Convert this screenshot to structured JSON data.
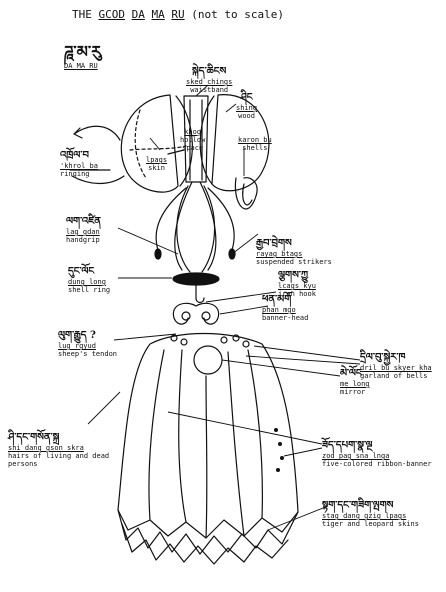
{
  "title": {
    "prefix": "THE",
    "gcod": "GCOD",
    "da": "DA",
    "ma": "MA",
    "ru": "RU",
    "note": "(not to scale)"
  },
  "heading": {
    "tibetan": "ཌཱ་མ་རུ",
    "wylie": "DA MA RU"
  },
  "labels": {
    "waistband": {
      "tibetan": "སྐེད་ཆིངས",
      "wylie": "sked chings",
      "english": "waistband"
    },
    "shing": {
      "tibetan": "ཤིང",
      "wylie": "shing",
      "english": "wood"
    },
    "khog": {
      "wylie": "khog",
      "english1": "hollow",
      "english2": "space"
    },
    "lpags": {
      "wylie": "lpags",
      "english": "skin"
    },
    "karon": {
      "wylie": "karon bu",
      "english": "shells"
    },
    "khrol": {
      "tibetan": "འཁྲོལ་བ",
      "wylie": "'khrol ba",
      "english": "ringing"
    },
    "handgrip": {
      "tibetan": "ལག་འཛིན",
      "wylie": "lag gdan",
      "english": "handgrip"
    },
    "strikers": {
      "tibetan": "རྒྱབ་བྲེགས",
      "wylie": "rayag btags",
      "english": "suspended strikers"
    },
    "dunglong": {
      "tibetan": "དུང་ལོང",
      "wylie": "dung long",
      "english": "shell ring"
    },
    "ironhook": {
      "tibetan": "ལྕགས་ཀྱུ",
      "wylie": "lcags kyu",
      "english": "iron hook"
    },
    "bannerhead": {
      "tibetan": "ཕན་མགོ",
      "wylie": "phan mgo",
      "english": "banner-head"
    },
    "tendon": {
      "tibetan": "ལུག་རྒྱུད",
      "mark": "?",
      "wylie": "lug rgyud",
      "english": "sheep's tendon"
    },
    "bells": {
      "tibetan": "དྲིལ་བུ་སྐྱེར་ཁ",
      "wylie": "dril bu skyer kha",
      "english": "garland of bells"
    },
    "mirror": {
      "tibetan": "མེ་ལོང",
      "wylie": "me long",
      "english": "mirror"
    },
    "hairs": {
      "tibetan": "ཤི་དང་གསོན་སྐྲ",
      "wylie": "shi dang gson skra",
      "english1": "hairs of living and dead",
      "english2": "persons"
    },
    "ribbon": {
      "tibetan": "ཟོད་དཔག་སྣ་ལྔ",
      "wylie": "zod pag sna lnga",
      "english": "five-colored ribbon-banner"
    },
    "skins": {
      "tibetan": "སྟག་དང་གཟིག་ལྤགས",
      "wylie": "stag dang gzig lpags",
      "english": "tiger and leopard skins"
    }
  },
  "colors": {
    "ink": "#111111",
    "paper": "#ffffff"
  }
}
